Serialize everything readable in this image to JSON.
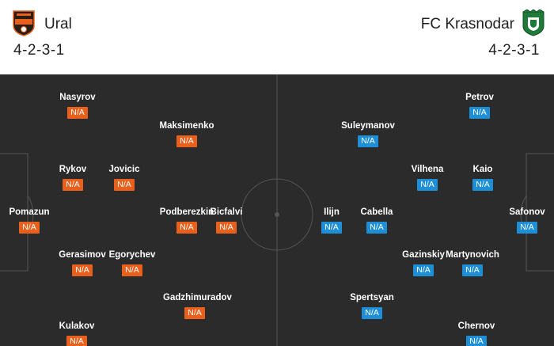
{
  "home": {
    "name": "Ural",
    "formation": "4-2-3-1",
    "color": "#e8601c",
    "logo_icon": "ural-crest-icon",
    "players": [
      {
        "name": "Pomazun",
        "rating": "N/A"
      },
      {
        "name": "Nasyrov",
        "rating": "N/A"
      },
      {
        "name": "Rykov",
        "rating": "N/A"
      },
      {
        "name": "Gerasimov",
        "rating": "N/A"
      },
      {
        "name": "Kulakov",
        "rating": "N/A"
      },
      {
        "name": "Jovicic",
        "rating": "N/A"
      },
      {
        "name": "Egorychev",
        "rating": "N/A"
      },
      {
        "name": "Maksimenko",
        "rating": "N/A"
      },
      {
        "name": "Podberezkin",
        "rating": "N/A"
      },
      {
        "name": "Gadzhimuradov",
        "rating": "N/A"
      },
      {
        "name": "Bicfalvi",
        "rating": "N/A"
      }
    ]
  },
  "away": {
    "name": "FC Krasnodar",
    "formation": "4-2-3-1",
    "color": "#1e8fd6",
    "logo_icon": "krasnodar-crest-icon",
    "players": [
      {
        "name": "Safonov",
        "rating": "N/A"
      },
      {
        "name": "Petrov",
        "rating": "N/A"
      },
      {
        "name": "Kaio",
        "rating": "N/A"
      },
      {
        "name": "Martynovich",
        "rating": "N/A"
      },
      {
        "name": "Chernov",
        "rating": "N/A"
      },
      {
        "name": "Vilhena",
        "rating": "N/A"
      },
      {
        "name": "Gazinskiy",
        "rating": "N/A"
      },
      {
        "name": "Suleymanov",
        "rating": "N/A"
      },
      {
        "name": "Cabella",
        "rating": "N/A"
      },
      {
        "name": "Spertsyan",
        "rating": "N/A"
      },
      {
        "name": "Ilijn",
        "rating": "N/A"
      }
    ]
  }
}
